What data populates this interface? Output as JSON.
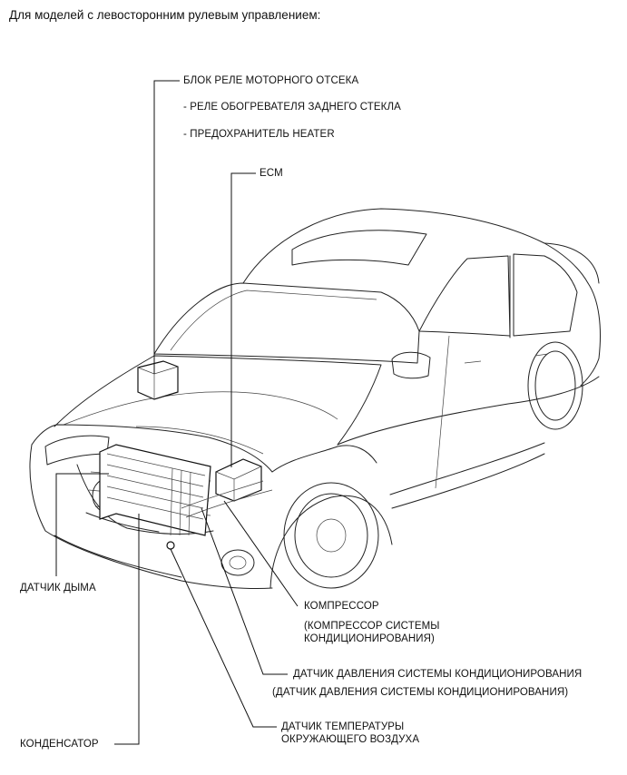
{
  "header": "Для моделей с левосторонним рулевым управлением:",
  "labels": {
    "relay_block": "БЛОК РЕЛЕ МОТОРНОГО ОТСЕКА",
    "relay_item1": "- РЕЛЕ ОБОГРЕВАТЕЛЯ ЗАДНЕГО СТЕКЛА",
    "relay_item2": "- ПРЕДОХРАНИТЕЛЬ HEATER",
    "ecm": "ECM",
    "smoke_sensor": "ДАТЧИК ДЫМА",
    "compressor": "КОМПРЕССОР",
    "compressor_sub1": "(КОМПРЕССОР СИСТЕМЫ",
    "compressor_sub2": "КОНДИЦИОНИРОВАНИЯ)",
    "pressure_sensor": "ДАТЧИК ДАВЛЕНИЯ СИСТЕМЫ КОНДИЦИОНИРОВАНИЯ",
    "pressure_sensor_sub": "(ДАТЧИК ДАВЛЕНИЯ СИСТЕМЫ КОНДИЦИОНИРОВАНИЯ)",
    "condenser": "КОНДЕНСАТОР",
    "ambient_sensor1": "ДАТЧИК ТЕМПЕРАТУРЫ",
    "ambient_sensor2": "ОКРУЖАЮЩЕГО ВОЗДУХА"
  }
}
